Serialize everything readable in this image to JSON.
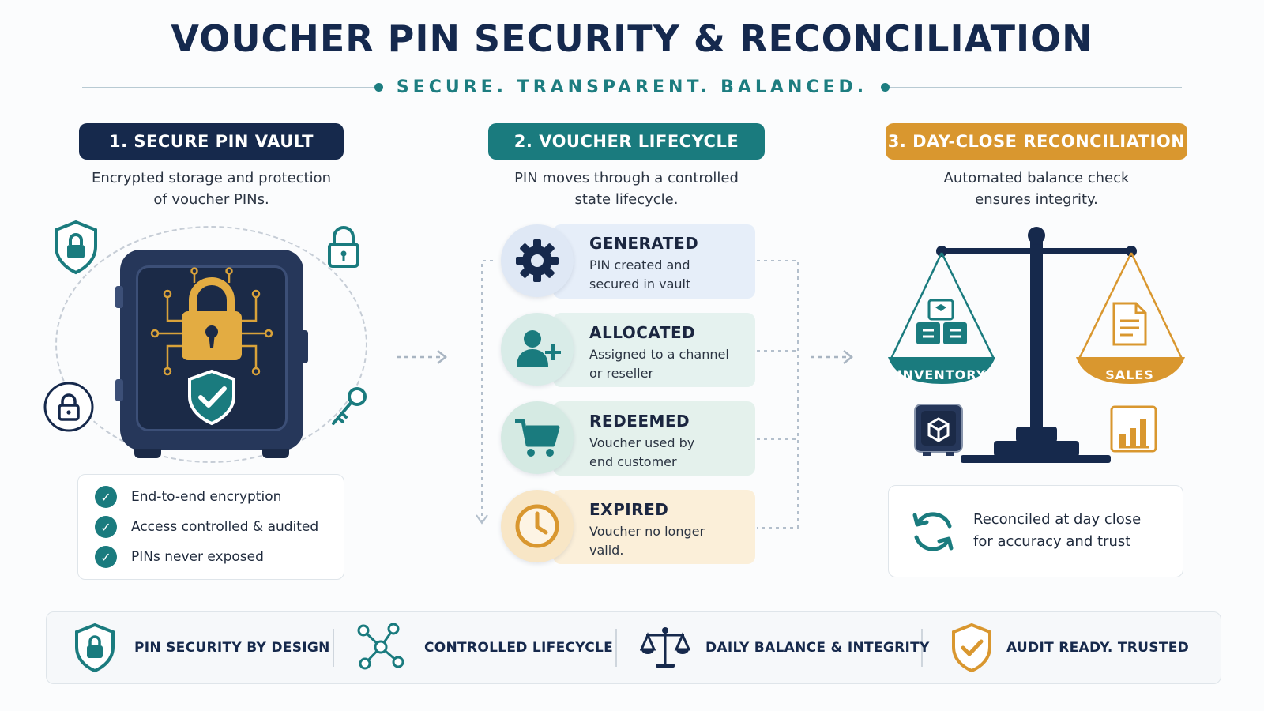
{
  "header": {
    "title": "VOUCHER PIN SECURITY & RECONCILIATION",
    "subtitle": "SECURE. TRANSPARENT. BALANCED."
  },
  "colors": {
    "navy": "#16294c",
    "teal": "#1a7b7e",
    "gold": "#d9972f",
    "generated_bg": "#e6eef9",
    "allocated_bg": "#e5f2ef",
    "redeemed_bg": "#e4f1ec",
    "expired_bg": "#fbefd9"
  },
  "vault_section": {
    "heading": "1. SECURE PIN VAULT",
    "description_line1": "Encrypted storage and protection",
    "description_line2": "of voucher PINs.",
    "features": [
      "End-to-end encryption",
      "Access controlled & audited",
      "PINs never exposed"
    ]
  },
  "lifecycle_section": {
    "heading": "2. VOUCHER LIFECYCLE",
    "description_line1": "PIN moves through a controlled",
    "description_line2": "state lifecycle.",
    "states": [
      {
        "title": "GENERATED",
        "line1": "PIN created and",
        "line2": "secured in vault",
        "icon": "gear-icon"
      },
      {
        "title": "ALLOCATED",
        "line1": "Assigned to a channel",
        "line2": "or reseller",
        "icon": "user-plus-icon"
      },
      {
        "title": "REDEEMED",
        "line1": "Voucher used by",
        "line2": "end customer",
        "icon": "cart-icon"
      },
      {
        "title": "EXPIRED",
        "line1": "Voucher no longer",
        "line2": "valid.",
        "icon": "clock-icon"
      }
    ]
  },
  "reconciliation_section": {
    "heading": "3. DAY-CLOSE RECONCILIATION",
    "description_line1": "Automated balance check",
    "description_line2": "ensures integrity.",
    "left_pan": "INVENTORY",
    "right_pan": "SALES",
    "result_line1": "Reconciled at day close",
    "result_line2": "for accuracy and trust"
  },
  "footer": {
    "items": [
      {
        "label": "PIN SECURITY BY DESIGN",
        "icon": "shield-lock-icon"
      },
      {
        "label": "CONTROLLED LIFECYCLE",
        "icon": "network-icon"
      },
      {
        "label": "DAILY BALANCE & INTEGRITY",
        "icon": "scales-icon"
      },
      {
        "label": "AUDIT READY. TRUSTED",
        "icon": "shield-check-icon"
      }
    ]
  }
}
